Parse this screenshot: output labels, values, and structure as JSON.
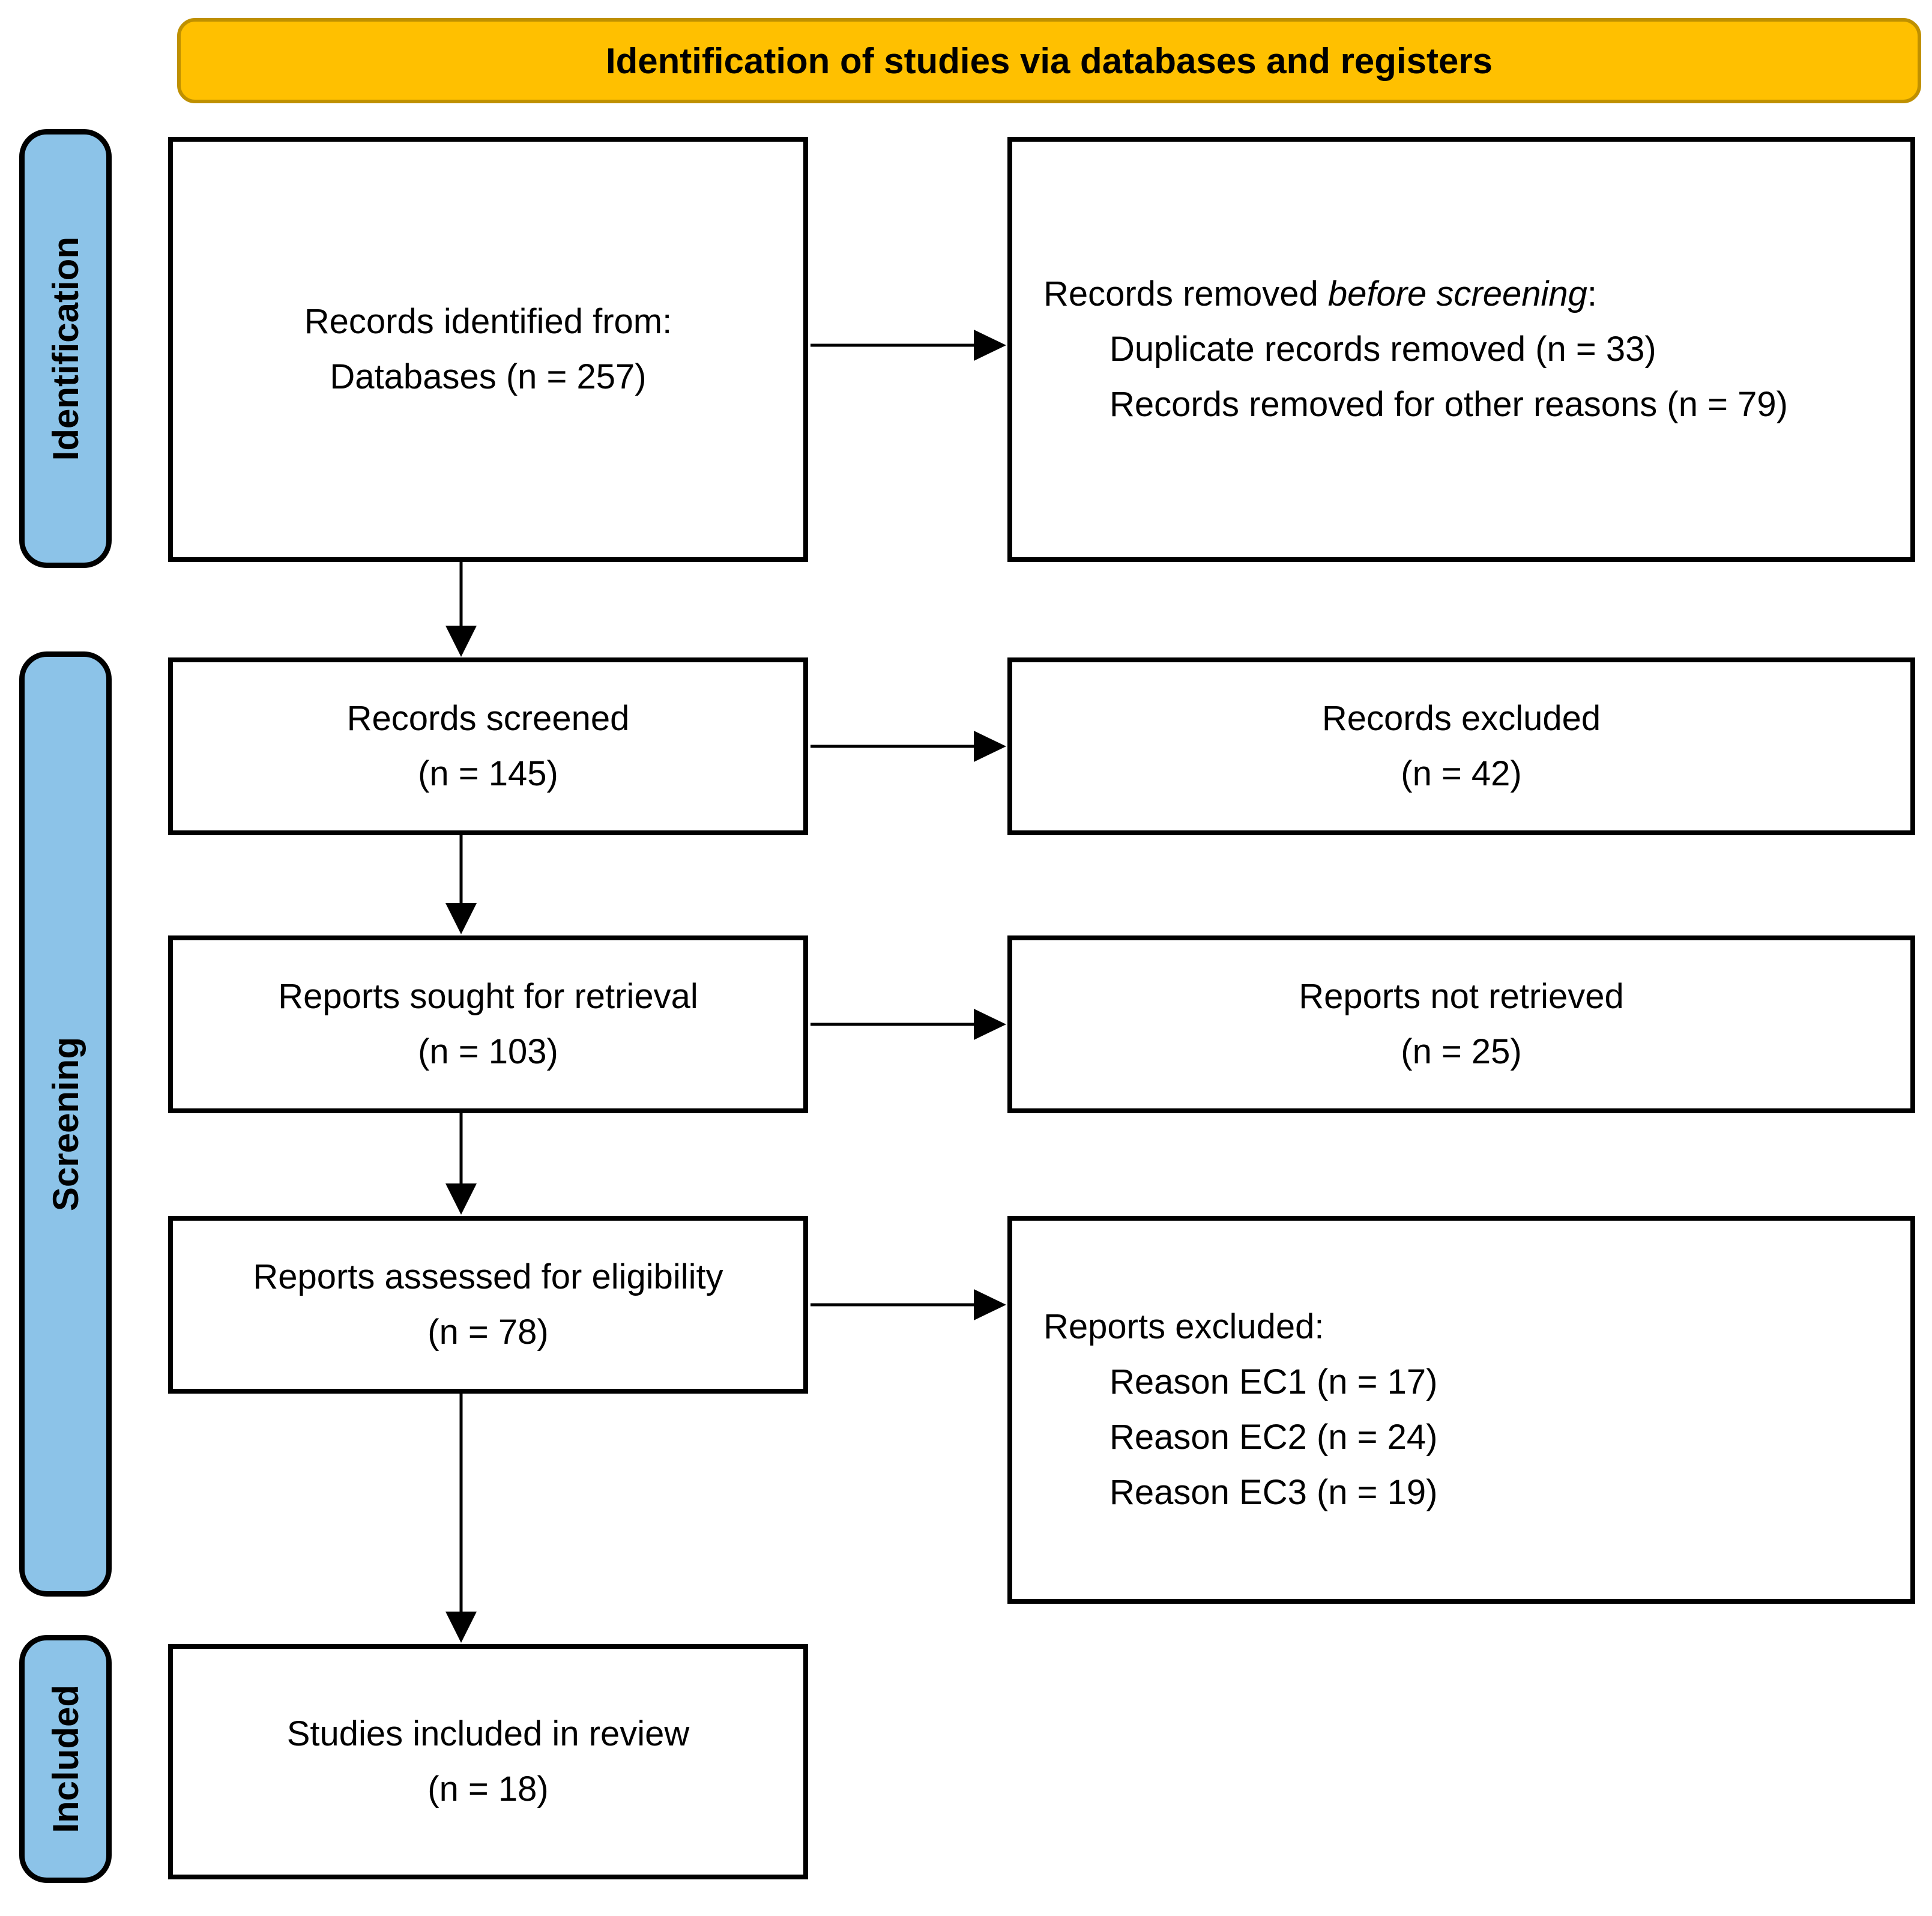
{
  "banner": {
    "title": "Identification of studies via databases and registers"
  },
  "colors": {
    "banner_bg": "#FFC000",
    "banner_border": "#BF9000",
    "stage_bg": "#8CC3E8",
    "box_bg": "#FFFFFF",
    "box_border": "#000000",
    "arrow": "#000000",
    "text": "#000000"
  },
  "stages": {
    "identification": "Identification",
    "screening": "Screening",
    "included": "Included"
  },
  "boxes": {
    "records_identified": {
      "line1": "Records identified from:",
      "line2": "Databases (n = 257)"
    },
    "records_removed": {
      "prefix": "Records removed ",
      "italic": "before screening",
      "suffix": ":",
      "item1": "Duplicate records removed (n = 33)",
      "item2": "Records removed for other reasons (n = 79)"
    },
    "records_screened": {
      "line1": "Records screened",
      "line2": "(n = 145)"
    },
    "records_excluded": {
      "line1": "Records excluded",
      "line2": "(n = 42)"
    },
    "reports_sought": {
      "line1": "Reports sought for retrieval",
      "line2": "(n = 103)"
    },
    "reports_not_retrieved": {
      "line1": "Reports not retrieved",
      "line2": "(n = 25)"
    },
    "reports_assessed": {
      "line1": "Reports assessed for eligibility",
      "line2": "(n = 78)"
    },
    "reports_excluded": {
      "title": "Reports excluded:",
      "item1": "Reason EC1 (n = 17)",
      "item2": "Reason EC2 (n = 24)",
      "item3": "Reason EC3 (n = 19)"
    },
    "studies_included": {
      "line1": "Studies included in review",
      "line2": "(n = 18)"
    }
  }
}
